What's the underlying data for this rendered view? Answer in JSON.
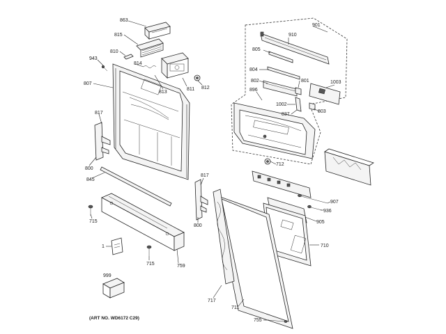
{
  "labels": {
    "p863": "863",
    "p815": "815",
    "p810": "810",
    "p943": "943",
    "p814": "814",
    "p807": "807",
    "p811": "811",
    "p812": "812",
    "p813": "813",
    "p817a": "817",
    "p800a": "800",
    "p845": "845",
    "p715a": "715",
    "p1": "1",
    "p999": "999",
    "p715b": "715",
    "p759": "759",
    "p817b": "817",
    "p800b": "800",
    "p901": "901",
    "p910": "910",
    "p805": "805",
    "p804": "804",
    "p802": "802",
    "p801": "801",
    "p1003": "1003",
    "p896": "896",
    "p1002": "1002",
    "p837": "837",
    "p803": "803",
    "p712": "712",
    "p907": "907",
    "p936": "936",
    "p905": "905",
    "p710": "710",
    "p717": "717",
    "p711": "711",
    "p755": "755"
  },
  "art_number": "(ART NO. WD6172 C29)"
}
